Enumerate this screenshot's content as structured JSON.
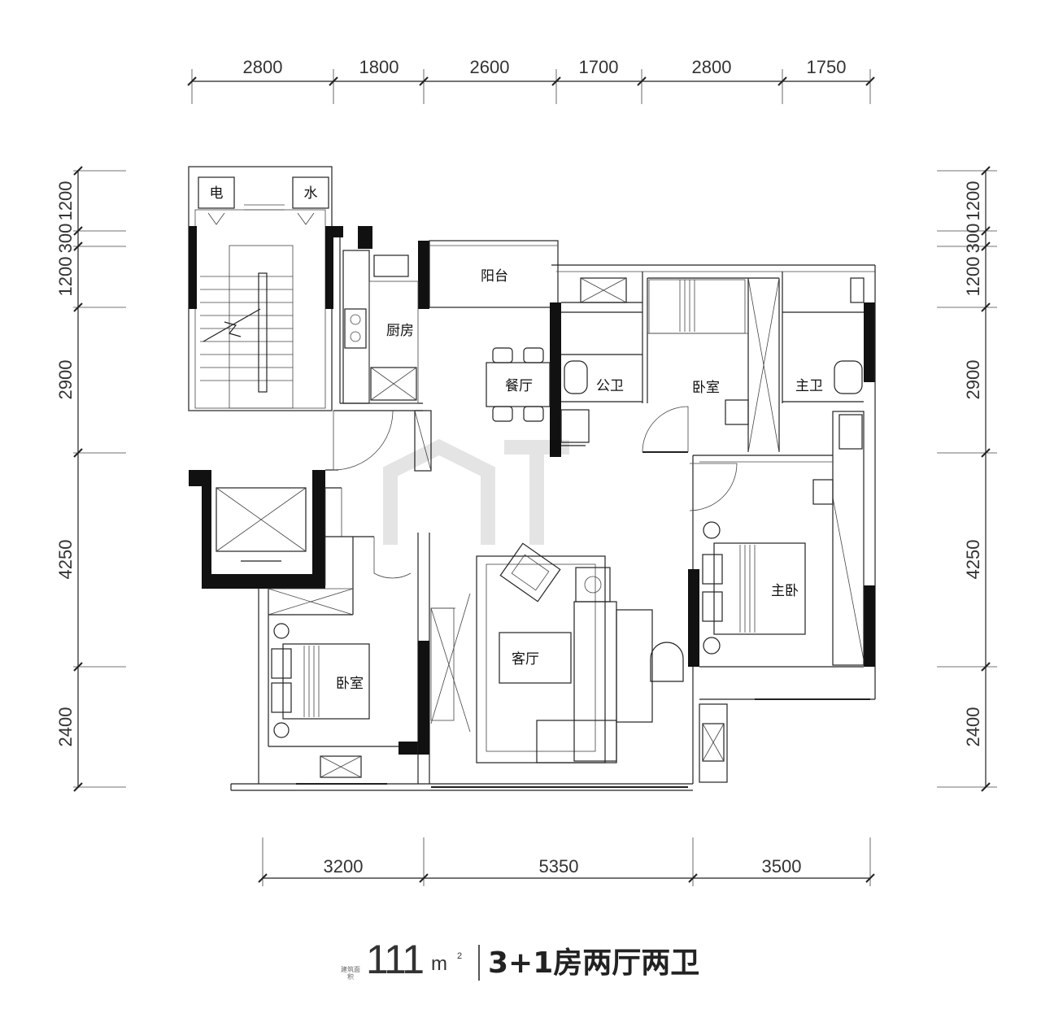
{
  "dimensions": {
    "top": [
      "2800",
      "1800",
      "2600",
      "1700",
      "2800",
      "1750"
    ],
    "bottom": [
      "3200",
      "5350",
      "3500"
    ],
    "left": [
      "1200",
      "300",
      "1200",
      "2900",
      "4250",
      "2400"
    ],
    "right": [
      "1200",
      "300",
      "1200",
      "2900",
      "4250",
      "2400"
    ]
  },
  "rooms": {
    "electric": "电",
    "water": "水",
    "kitchen": "厨房",
    "balcony": "阳台",
    "dining": "餐厅",
    "public_bath": "公卫",
    "bedroom_north": "卧室",
    "master_bath": "主卫",
    "master_bedroom": "主卧",
    "living": "客厅",
    "bedroom_south": "卧室"
  },
  "footer": {
    "area_label": "建筑面积",
    "area_value": "111",
    "area_unit": "m",
    "area_sup": "2",
    "layout_type": "3+1房两厅两卫"
  }
}
